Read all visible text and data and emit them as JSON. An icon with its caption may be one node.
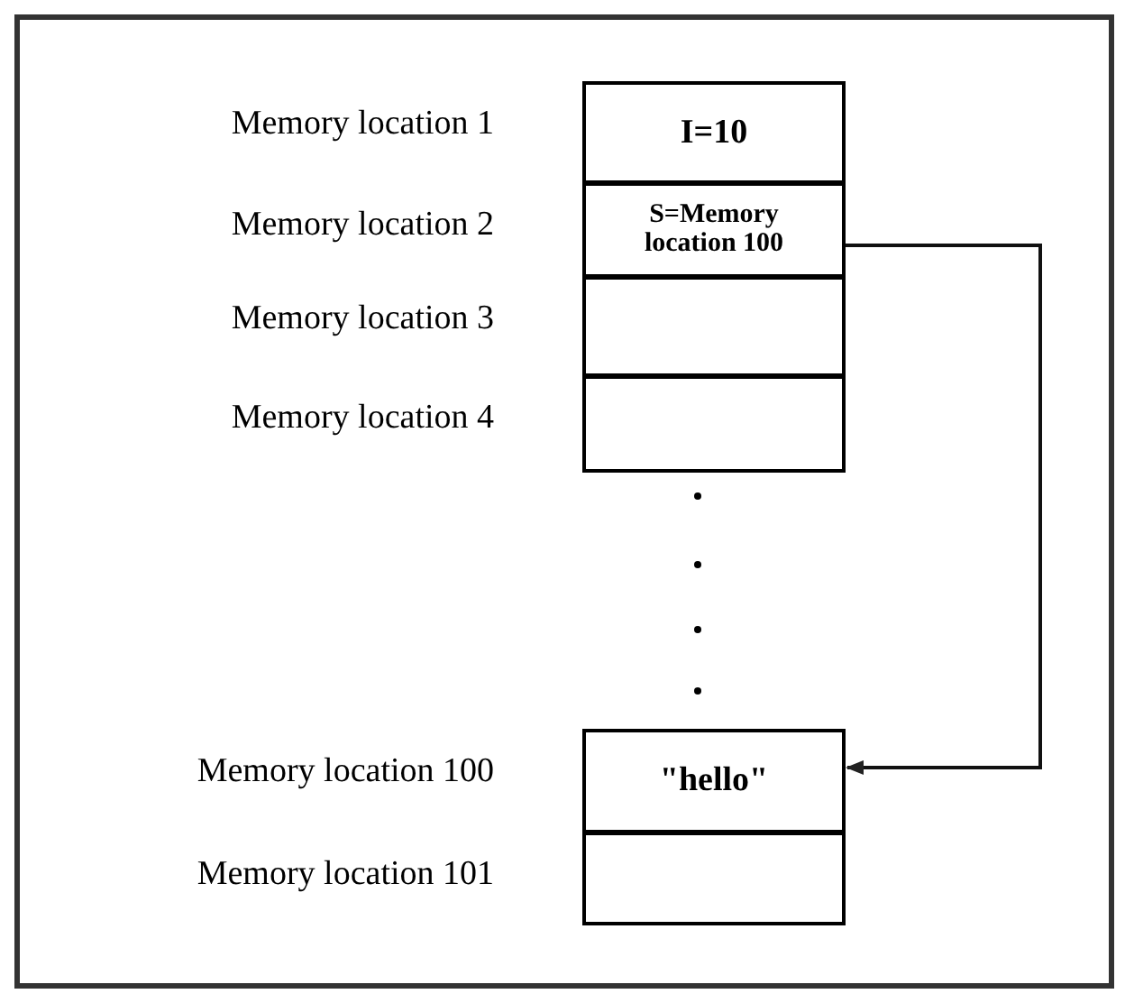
{
  "diagram": {
    "nodes": [
      {
        "text": [
          "I=10"
        ],
        "beside": [
          "Memory location 1"
        ]
      },
      {
        "text": [
          "S=Memory location 100"
        ],
        "beside": [
          "Memory location 2"
        ]
      },
      {
        "text": [],
        "shape": "box",
        "beside": [
          "Memory location 3"
        ]
      },
      {
        "text": [],
        "shape": "box",
        "beside": [
          "Memory location 4"
        ]
      },
      {
        "text": [
          "\"hello\""
        ],
        "beside": [
          "Memory location 100"
        ]
      },
      {
        "text": [],
        "shape": "box",
        "beside": [
          "Memory location 101"
        ]
      }
    ],
    "edges": [
      {
        "from": 1,
        "to": 4,
        "arrow": "to"
      }
    ]
  }
}
